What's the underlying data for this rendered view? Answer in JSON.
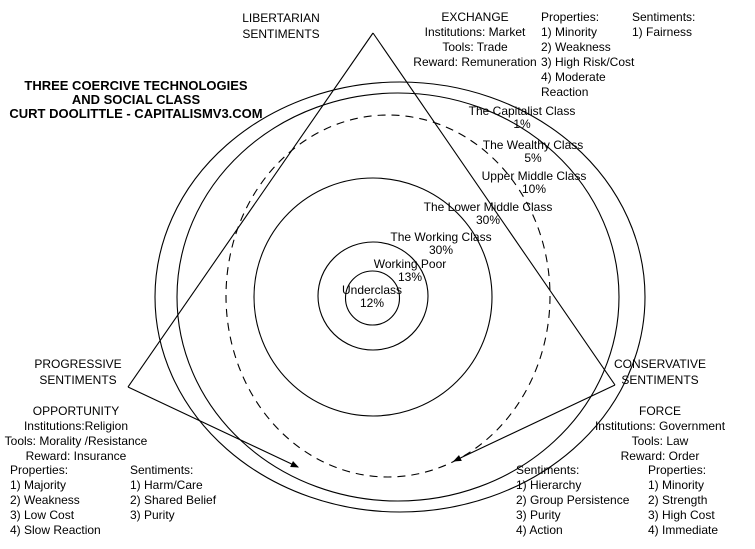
{
  "colors": {
    "ink": "#000000",
    "background": "#ffffff"
  },
  "title": {
    "line1": "THREE COERCIVE TECHNOLOGIES",
    "line2": "AND SOCIAL CLASS",
    "line3": "CURT DOOLITTLE - CAPITALISMV3.COM"
  },
  "sentiment_corners": {
    "libertarian": {
      "line1": "LIBERTARIAN",
      "line2": "SENTIMENTS"
    },
    "progressive": {
      "line1": "PROGRESSIVE",
      "line2": "SENTIMENTS"
    },
    "conservative": {
      "line1": "CONSERVATIVE",
      "line2": "SENTIMENTS"
    }
  },
  "technologies": {
    "exchange": {
      "name": "EXCHANGE",
      "institutions": "Institutions: Market",
      "tools": "Tools: Trade",
      "reward": "Reward: Remuneration"
    },
    "opportunity": {
      "name": "OPPORTUNITY",
      "institutions": "Institutions:Religion",
      "tools": "Tools: Morality /Resistance",
      "reward": "Reward: Insurance"
    },
    "force": {
      "name": "FORCE",
      "institutions": "Institutions: Government",
      "tools": "Tools: Law",
      "reward": "Reward: Order"
    }
  },
  "lists": {
    "exchange_properties": {
      "heading": "Properties:",
      "items": [
        "1) Minority",
        "2) Weakness",
        "3) High Risk/Cost",
        "4) Moderate Reaction"
      ]
    },
    "exchange_sentiments": {
      "heading": "Sentiments:",
      "items": [
        "1) Fairness"
      ]
    },
    "opportunity_properties": {
      "heading": "Properties:",
      "items": [
        "1) Majority",
        "2) Weakness",
        "3) Low Cost",
        "4) Slow Reaction"
      ]
    },
    "opportunity_sentiments": {
      "heading": "Sentiments:",
      "items": [
        "1) Harm/Care",
        "2) Shared Belief",
        "3) Purity"
      ]
    },
    "force_sentiments": {
      "heading": "Sentiments:",
      "items": [
        "1) Hierarchy",
        "2) Group Persistence",
        "3) Purity",
        "4) Action"
      ]
    },
    "force_properties": {
      "heading": "Properties:",
      "items": [
        "1) Minority",
        "2) Strength",
        "3) High Cost",
        "4) Immediate"
      ]
    }
  },
  "social_classes": [
    {
      "name": "The Capitalist Class",
      "percent": "1%"
    },
    {
      "name": "The Wealthy Class",
      "percent": "5%"
    },
    {
      "name": "Upper Middle Class",
      "percent": "10%"
    },
    {
      "name": "The Lower Middle Class",
      "percent": "30%"
    },
    {
      "name": "The Working Class",
      "percent": "30%"
    },
    {
      "name": "Working Poor",
      "percent": "13%"
    },
    {
      "name": "Underclass",
      "percent": "12%"
    }
  ]
}
